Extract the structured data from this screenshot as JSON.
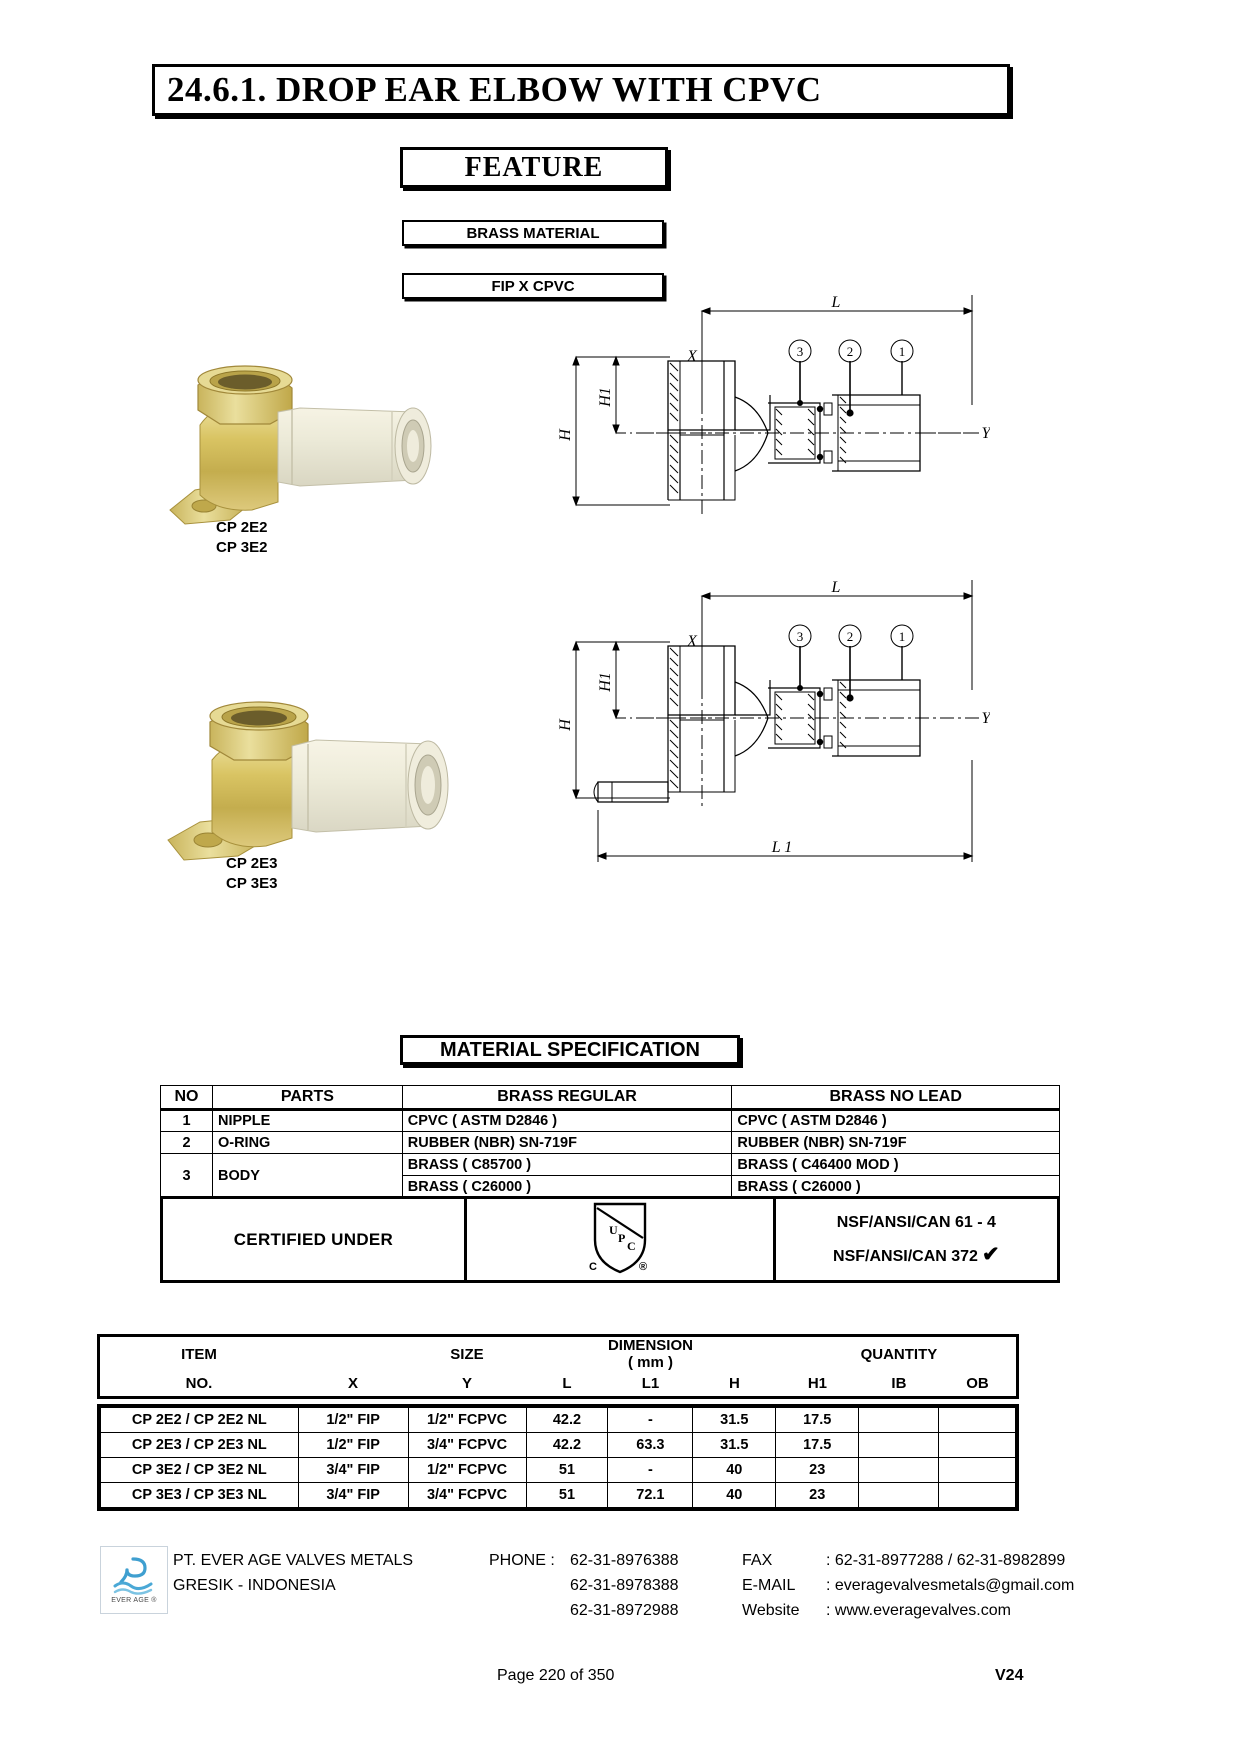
{
  "document": {
    "title": "24.6.1.  DROP EAR ELBOW WITH CPVC",
    "page_number": "Page 220 of 350",
    "version": "V24"
  },
  "feature": {
    "heading": "FEATURE",
    "material_badge": "BRASS MATERIAL",
    "connection_badge": "FIP X CPVC"
  },
  "products": [
    {
      "labels": [
        "CP 2E2",
        "CP 3E2"
      ]
    },
    {
      "labels": [
        "CP 2E3",
        "CP 3E3"
      ]
    }
  ],
  "drawings": {
    "top": {
      "dimension_labels": [
        "L",
        "X",
        "H",
        "H1",
        "Y"
      ],
      "balloons": [
        "3",
        "2",
        "1"
      ]
    },
    "bottom": {
      "dimension_labels": [
        "L",
        "X",
        "H",
        "H1",
        "Y",
        "L 1"
      ],
      "balloons": [
        "3",
        "2",
        "1"
      ]
    }
  },
  "material_spec": {
    "heading": "MATERIAL SPECIFICATION",
    "columns": [
      "NO",
      "PARTS",
      "BRASS REGULAR",
      "BRASS NO LEAD"
    ],
    "rows": [
      {
        "no": "1",
        "part": "NIPPLE",
        "regular": "CPVC ( ASTM D2846 )",
        "nolead": "CPVC ( ASTM D2846 )"
      },
      {
        "no": "2",
        "part": "O-RING",
        "regular": "RUBBER (NBR) SN-719F",
        "nolead": "RUBBER (NBR) SN-719F"
      },
      {
        "no": "3",
        "part": "BODY",
        "regular": "BRASS ( C85700 )",
        "nolead": "BRASS ( C46400 MOD )"
      },
      {
        "no": "",
        "part": "",
        "regular": "BRASS ( C26000 )",
        "nolead": "BRASS ( C26000 )"
      }
    ]
  },
  "certified": {
    "label": "CERTIFIED UNDER",
    "logo_text": {
      "top": "UPC",
      "bottom_left": "C",
      "bottom_right": "®"
    },
    "standards": [
      "NSF/ANSI/CAN 61 - 4",
      "NSF/ANSI/CAN 372"
    ],
    "check_mark": "✔"
  },
  "dimension_table": {
    "group_headers": [
      "ITEM",
      "SIZE",
      "DIMENSION ( mm )",
      "QUANTITY"
    ],
    "sub_headers": [
      "NO.",
      "X",
      "Y",
      "L",
      "L1",
      "H",
      "H1",
      "IB",
      "OB"
    ],
    "rows": [
      {
        "item": "CP 2E2 / CP 2E2 NL",
        "x": "1/2\" FIP",
        "y": "1/2\" FCPVC",
        "l": "42.2",
        "l1": "-",
        "h": "31.5",
        "h1": "17.5",
        "ib": "",
        "ob": ""
      },
      {
        "item": "CP 2E3 / CP 2E3 NL",
        "x": "1/2\" FIP",
        "y": "3/4\" FCPVC",
        "l": "42.2",
        "l1": "63.3",
        "h": "31.5",
        "h1": "17.5",
        "ib": "",
        "ob": ""
      },
      {
        "item": "CP 3E2 / CP 3E2 NL",
        "x": "3/4\" FIP",
        "y": "1/2\" FCPVC",
        "l": "51",
        "l1": "-",
        "h": "40",
        "h1": "23",
        "ib": "",
        "ob": ""
      },
      {
        "item": "CP 3E3 / CP 3E3 NL",
        "x": "3/4\" FIP",
        "y": "3/4\" FCPVC",
        "l": "51",
        "l1": "72.1",
        "h": "40",
        "h1": "23",
        "ib": "",
        "ob": ""
      }
    ]
  },
  "footer": {
    "logo_caption": "EVER AGE ®",
    "company": "PT. EVER AGE VALVES METALS",
    "location": "GRESIK - INDONESIA",
    "phone_label": "PHONE :",
    "phones": [
      "62-31-8976388",
      "62-31-8978388",
      "62-31-8972988"
    ],
    "fax_label": "FAX",
    "fax": ": 62-31-8977288 / 62-31-8982899",
    "email_label": "E-MAIL",
    "email": ": everagevalvesmetals@gmail.com",
    "website_label": "Website",
    "website": ": www.everagevalves.com"
  }
}
